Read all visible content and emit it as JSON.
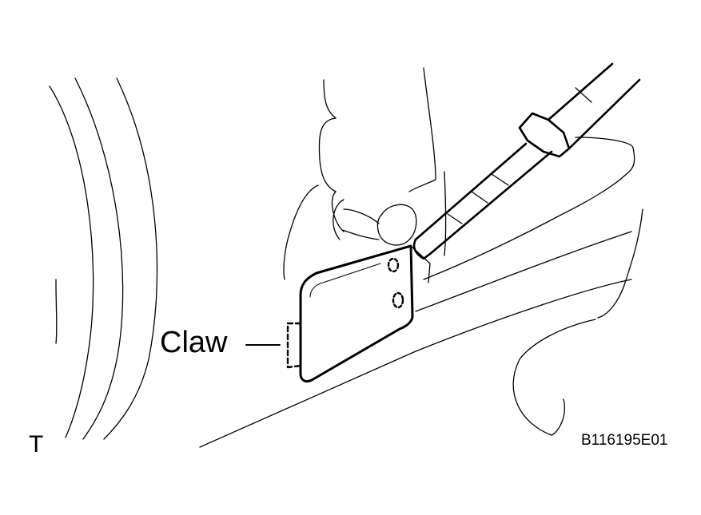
{
  "labels": {
    "claw": "Claw",
    "corner_mark": "T",
    "figure_code": "B116195E01"
  },
  "colors": {
    "line": "#000000",
    "background": "#ffffff"
  }
}
